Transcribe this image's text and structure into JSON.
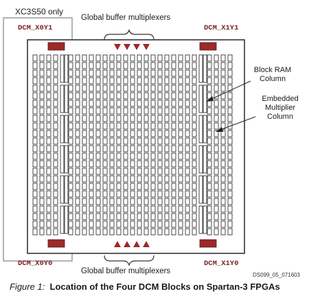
{
  "labels": {
    "xc3s50_only": "XC3S50 only",
    "global_buffer_top": "Global buffer multiplexers",
    "global_buffer_bottom": "Global buffer multiplexers",
    "dcm_x0y1": "DCM_X0Y1",
    "dcm_x1y1": "DCM_X1Y1",
    "dcm_x0y0": "DCM_X0Y0",
    "dcm_x1y0": "DCM_X1Y0",
    "block_ram_line1": "Block RAM",
    "block_ram_line2": "Column",
    "multiplier_line1": "Embedded",
    "multiplier_line2": "Multiplier",
    "multiplier_line3": "Column",
    "figure_id": "DS099_05_071603"
  },
  "caption": {
    "figure": "Figure 1:",
    "title": "Location of the Four DCM Blocks on Spartan-3 FPGAs"
  },
  "colors": {
    "dcm_block": "#9c2a2a",
    "outline": "#333333",
    "region_box": "#999999",
    "dcm_text": "#7a1f1f"
  }
}
